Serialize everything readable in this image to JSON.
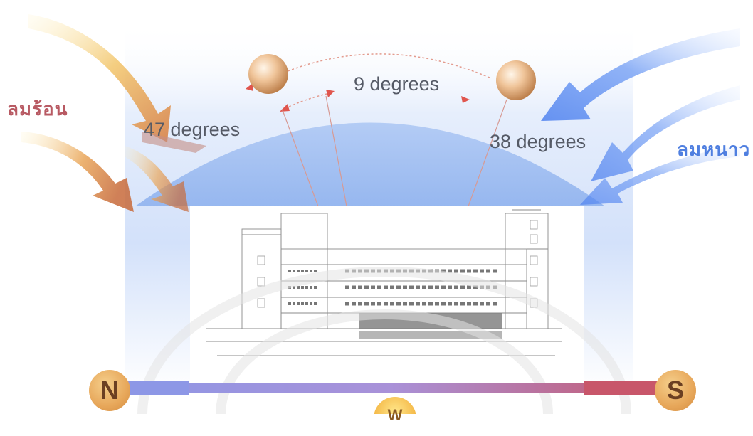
{
  "angles": {
    "left": "47 degrees",
    "middle": "9 degrees",
    "right": "38 degrees"
  },
  "winds": {
    "hot": "ลมร้อน",
    "cold": "ลมหนาว"
  },
  "compass": {
    "north": "N",
    "west": "W",
    "south": "S"
  },
  "colors": {
    "sky": "#bcd2f5",
    "dome": "#9ebdf0",
    "hot_wind": "#e8a84a",
    "cold_wind": "#5b8ff0",
    "axis_north": "#8d97e6",
    "axis_south": "#c8566a",
    "sun": "#e9b27c"
  }
}
